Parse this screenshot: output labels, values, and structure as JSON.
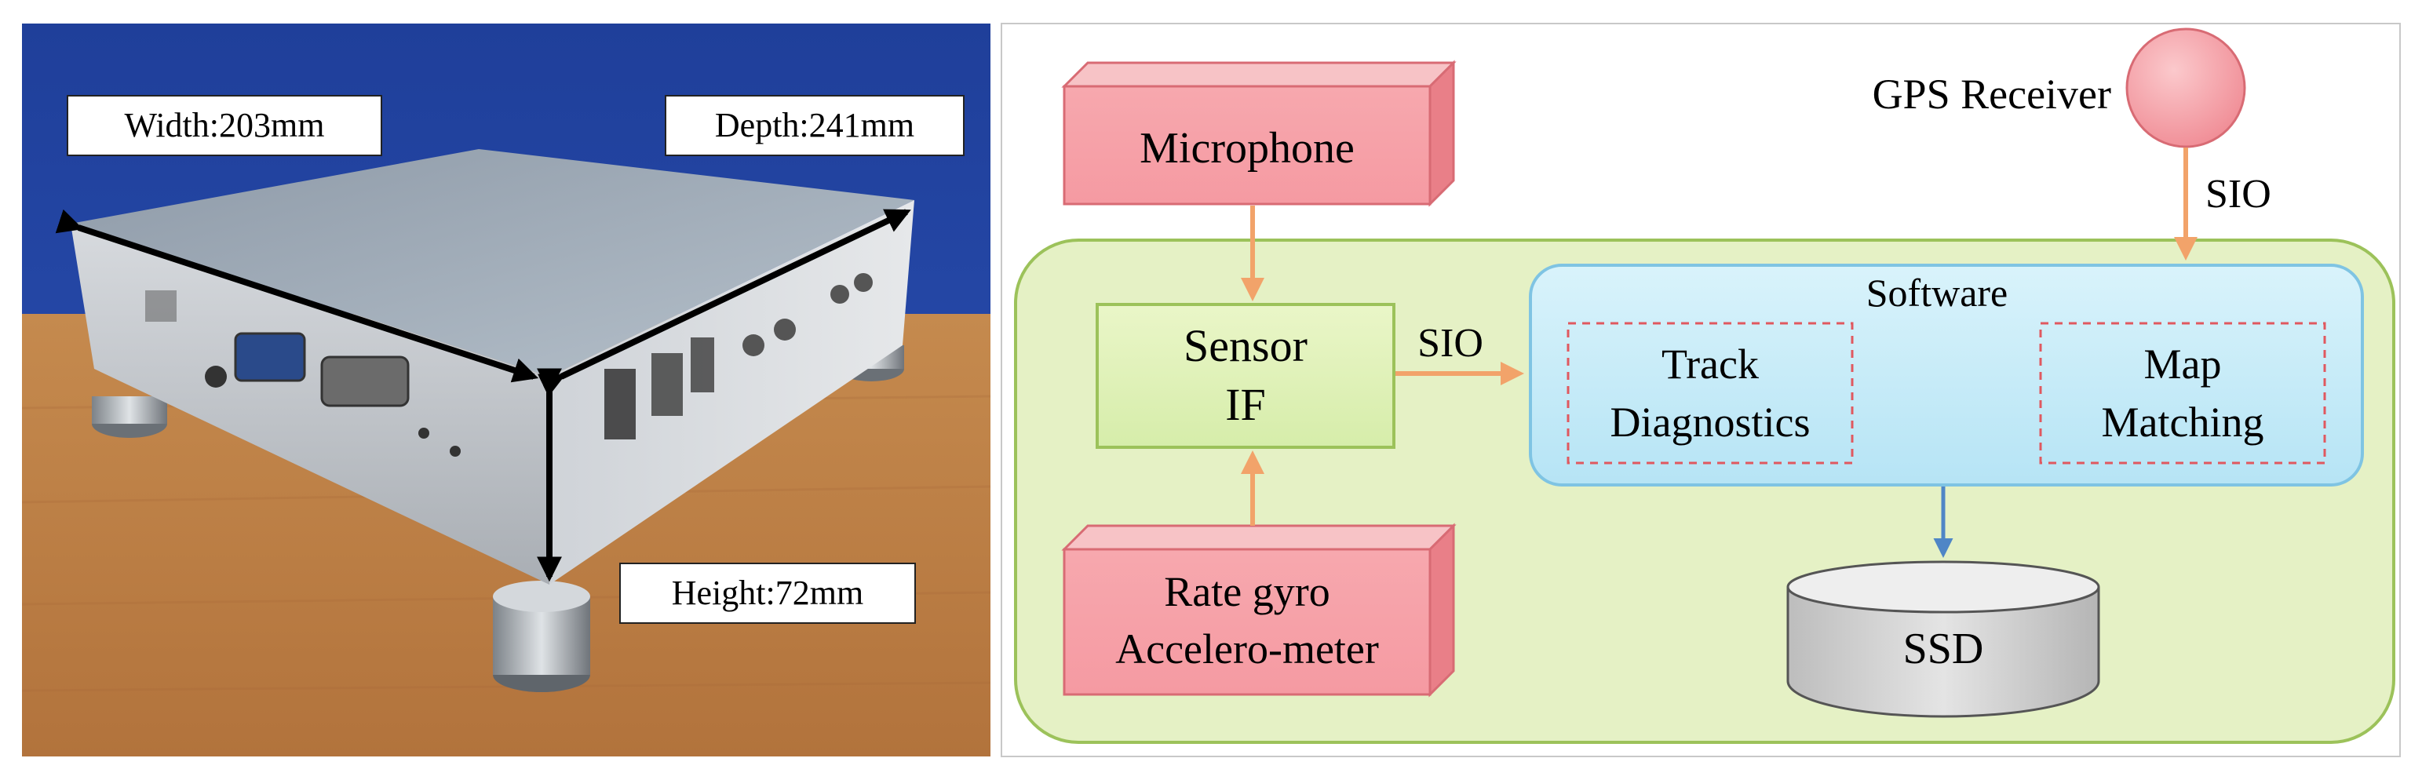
{
  "photo": {
    "width_label": "Width:203mm",
    "depth_label": "Depth:241mm",
    "height_label": "Height:72mm"
  },
  "diagram": {
    "microphone": "Microphone",
    "gps_receiver": "GPS Receiver",
    "sio_gps": "SIO",
    "sensor_if_line1": "Sensor",
    "sensor_if_line2": "IF",
    "sio_sensor": "SIO",
    "software": "Software",
    "track_line1": "Track",
    "track_line2": "Diagnostics",
    "map_line1": "Map",
    "map_line2": "Matching",
    "rate_gyro_line1": "Rate gyro",
    "rate_gyro_line2": "Accelero-meter",
    "ssd": "SSD"
  },
  "colors": {
    "sensor_box_fill": "#f8aeb3",
    "system_fill": "#e7f2c6",
    "software_fill": "#cdeef8",
    "arrow_orange": "#f2a36a",
    "arrow_blue": "#4f86c6",
    "ssd_fill": "#d9d9d9"
  }
}
